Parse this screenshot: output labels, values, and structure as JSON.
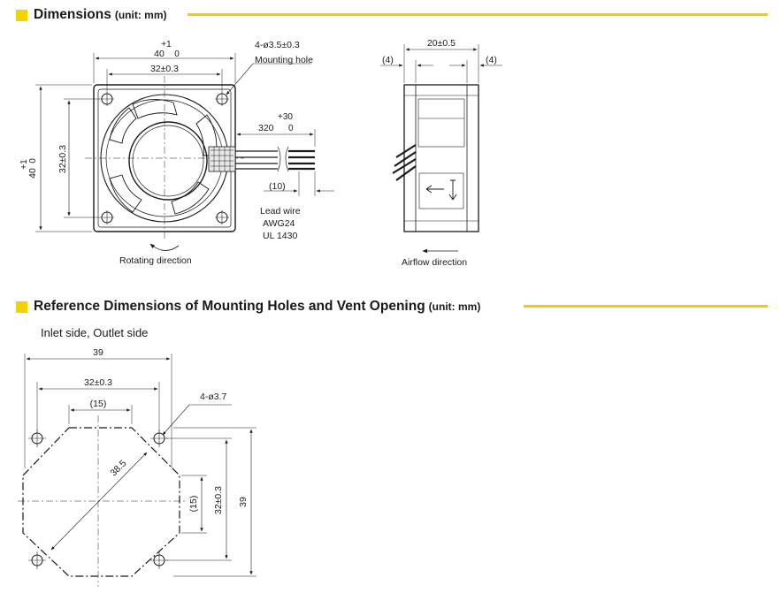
{
  "sections": {
    "dimensions": {
      "title": "Dimensions",
      "unit": "(unit: mm)"
    },
    "reference": {
      "title": "Reference Dimensions of Mounting Holes and Vent Opening",
      "unit": "(unit: mm)"
    }
  },
  "front_view": {
    "width_nominal": "40",
    "tol_upper": "+1",
    "tol_lower": "0",
    "hole_pitch": "32±0.3",
    "hole_spec": "4-ø3.5±0.3",
    "hole_label": "Mounting hole",
    "lead_length": "320",
    "lead_tol_upper": "+30",
    "lead_tol_lower": "0",
    "lead_strip": "(10)",
    "lead_wire_lines": [
      "Lead wire",
      "AWG24",
      "UL 1430"
    ],
    "rotating_direction": "Rotating direction"
  },
  "side_view": {
    "depth": "20±0.5",
    "left_offset": "(4)",
    "right_offset": "(4)",
    "airflow_direction": "Airflow direction"
  },
  "reference_view": {
    "caption": "Inlet side, Outlet side",
    "overall_width": "39",
    "hole_pitch": "32±0.3",
    "flat_width": "(15)",
    "hole_spec": "4-ø3.7",
    "diagonal": "38.5",
    "flat_height": "(15)",
    "hole_pitch_v": "32±0.3",
    "overall_height": "39"
  },
  "colors": {
    "accent": "#f0d400",
    "rule": "#e8d100",
    "ink": "#1a1a1a"
  }
}
